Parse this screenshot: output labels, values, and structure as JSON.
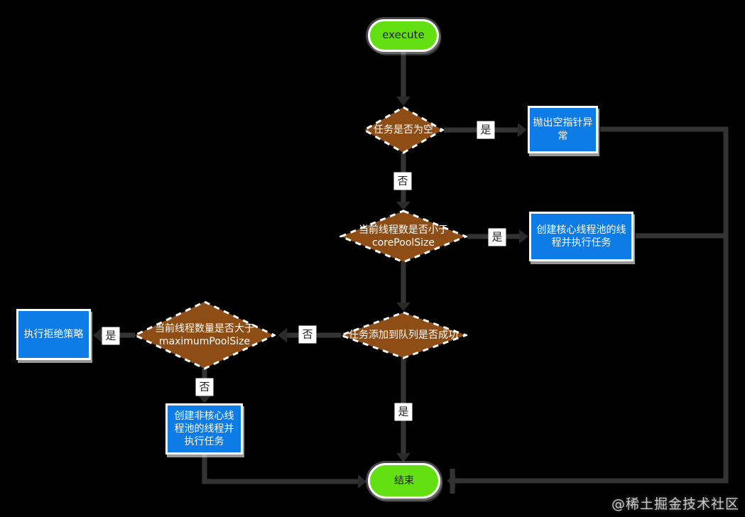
{
  "diagram": {
    "colors": {
      "bg": "#000000",
      "start_end_fill": "#63e012",
      "decision_fill": "#8d4d15",
      "process_fill": "#0d7ce6",
      "edge_line": "#333333",
      "arrow_fill": "#2a2a2a",
      "node_border": "#ffffff",
      "label_bg": "#ffffff",
      "label_text": "#1f1f1f",
      "node_text_light": "#ffffff",
      "node_text_dark": "#1c1c1c",
      "watermark_color": "#d9d9d9"
    },
    "nodes": {
      "start": {
        "label": "execute"
      },
      "check_task_null": {
        "label": "任务是否为空"
      },
      "throw_npe": {
        "label": "抛出空指针异常"
      },
      "check_core_pool": {
        "label": "当前线程数是否小于corePoolSize"
      },
      "create_core_thread": {
        "label": "创建核心线程池的线程并执行任务"
      },
      "check_queue_offer": {
        "label": "任务添加到队列是否成功"
      },
      "check_max_pool": {
        "label": "当前线程数量是否大于maximumPoolSize"
      },
      "reject_policy": {
        "label": "执行拒绝策略"
      },
      "create_noncore_thread": {
        "label": "创建非核心线程池的线程并执行任务"
      },
      "end": {
        "label": "结束"
      }
    },
    "edge_labels": {
      "null_yes": "是",
      "null_no": "否",
      "core_yes": "是",
      "queue_no": "否",
      "max_yes": "是",
      "max_no": "否",
      "queue_yes": "是"
    },
    "watermark": "@稀土掘金技术社区"
  }
}
